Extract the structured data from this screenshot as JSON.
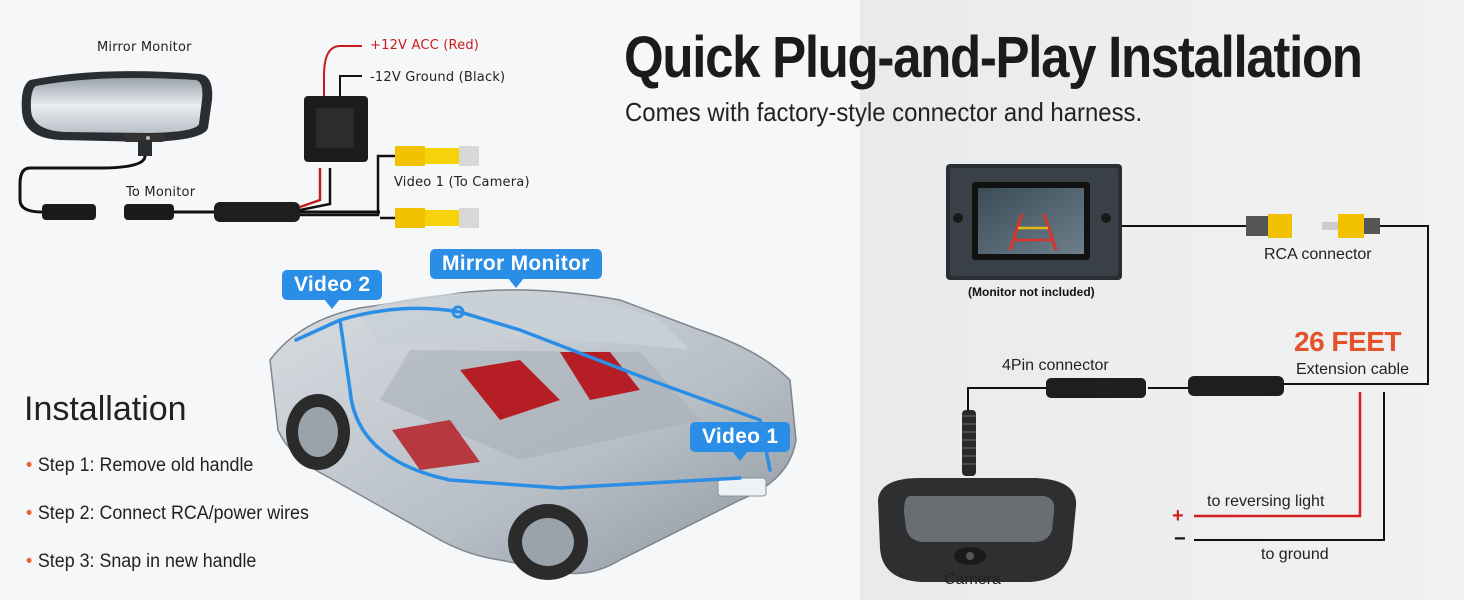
{
  "headline": "Quick Plug-and-Play Installation",
  "subheadline": "Comes with factory-style connector and harness.",
  "left_diagram": {
    "mirror_monitor_label": "Mirror Monitor",
    "to_monitor_label": "To Monitor",
    "acc_label": "+12V ACC (Red)",
    "ground_label": "-12V Ground (Black)",
    "video1_camera_label": "Video 1 (To Camera)"
  },
  "callouts": {
    "video2": "Video 2",
    "mirror_monitor": "Mirror Monitor",
    "video1": "Video 1"
  },
  "installation": {
    "title": "Installation",
    "steps": [
      "Step 1: Remove old handle",
      "Step 2: Connect RCA/power wires",
      "Step 3: Snap in new handle"
    ]
  },
  "right_diagram": {
    "monitor_note": "(Monitor not included)",
    "rca_connector": "RCA connector",
    "length": "26 FEET",
    "extension_cable": "Extension cable",
    "pin_connector": "4Pin connector",
    "to_reversing_light": "to reversing light",
    "to_ground": "to ground",
    "plus": "+",
    "minus": "−",
    "camera": "Camera"
  },
  "colors": {
    "accent_blue": "#2b8ee6",
    "accent_orange": "#e5512a",
    "wire_red": "#d41f1f",
    "rca_yellow": "#f2c200"
  }
}
